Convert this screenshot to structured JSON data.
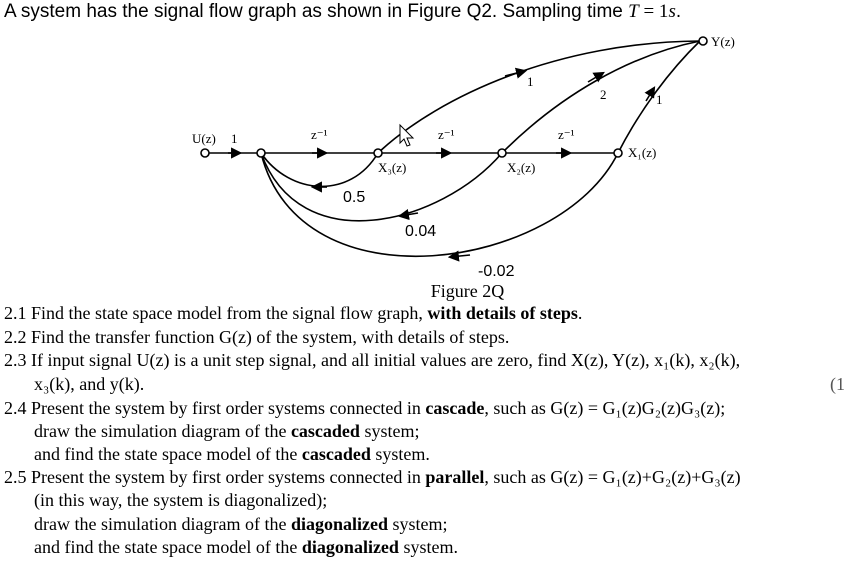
{
  "header": {
    "text": "A system has the signal flow graph as shown in Figure Q2. Sampling time ",
    "var": "T",
    "eq": " = 1",
    "unit": "s",
    "end": "."
  },
  "figure": {
    "caption": "Figure 2Q",
    "nodes": {
      "u": "U(z)",
      "u_gain": "1",
      "x3": "X₃(z)",
      "x2": "X₂(z)",
      "x1": "X₁(z)",
      "y": "Y(z)"
    },
    "branches": {
      "z1": "z⁻¹",
      "z2": "z⁻¹",
      "z3": "z⁻¹",
      "top": "1",
      "mid": "2",
      "out": "1",
      "fb1": "0.5",
      "fb2": "0.04",
      "fb3": "-0.02"
    }
  },
  "questions": [
    {
      "line1a": "2.1 Find the state space model from the signal flow graph, ",
      "line1b": "with details of steps",
      "line1c": "."
    },
    {
      "line1": "2.2 Find the transfer function G(z) of the system, with details of steps."
    },
    {
      "line1": "2.3 If input signal U(z) is a unit step signal, and all initial values are zero, find X(z), Y(z), x₁(k), x₂(k),",
      "line2": "x₃(k), and y(k)."
    },
    {
      "line1a": "2.4 Present the system by first order systems connected in ",
      "line1b": "cascade",
      "line1c": ", such as G(z) = G₁(z)G₂(z)G₃(z);",
      "line2a": "draw the simulation diagram of the ",
      "line2b": "cascaded",
      "line2c": " system;",
      "line3a": "and find the state space model of the ",
      "line3b": "cascaded",
      "line3c": " system."
    },
    {
      "line1a": "2.5 Present the system by first order systems connected in ",
      "line1b": "parallel",
      "line1c": ", such as G(z) = G₁(z)+G₂(z)+G₃(z)",
      "line2": "(in this way, the system is diagonalized);",
      "line3a": "draw the simulation diagram of the ",
      "line3b": "diagonalized",
      "line3c": " system;",
      "line4a": "and find the state space model of the ",
      "line4b": "diagonalized",
      "line4c": " system."
    }
  ],
  "margin_clip": "(1"
}
